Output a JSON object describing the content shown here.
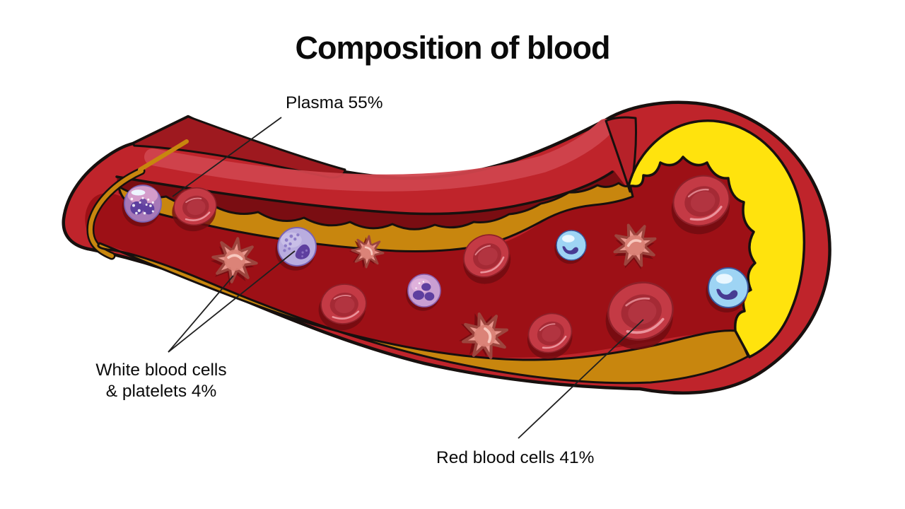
{
  "title": "Composition of blood",
  "diagram": {
    "name": "blood-vessel-cutaway",
    "labels": {
      "plasma": {
        "text": "Plasma 55%",
        "component": "Plasma",
        "percent": 55
      },
      "white_cells": {
        "line1": "White blood cells",
        "line2": "& platelets 4%",
        "component": "White blood cells & platelets",
        "percent": 4
      },
      "red_cells": {
        "text": "Red blood cells 41%",
        "component": "Red blood cells",
        "percent": 41
      }
    },
    "cell_counts": {
      "red_blood_cells": 6,
      "platelets": 4,
      "purple_white_blood_cells": 3,
      "blue_white_blood_cells": 2
    }
  },
  "colors": {
    "background": "#ffffff",
    "text": "#0a0a0a",
    "leader": "#1f1f1f",
    "outline": "#17100e",
    "wall": "#bf242b",
    "wall_face": "#b62129",
    "wall_top": "#9e191f",
    "wall_highlight": "#d0454d",
    "maroon": "#7a0d12",
    "gold": "#c8860e",
    "yellow": "#ffe30d",
    "lumen": "#9d1016",
    "cell_shadow": "#6f0b10",
    "rbc": "#c43a45",
    "rbc_edge": "#8e2029",
    "rbc_ring": "#a52a35",
    "rbc_center": "#b23440",
    "rbc_highlight": "#f09da5",
    "platelet": "#e8968d",
    "platelet_outline": "#9c453e",
    "platelet_inner": "#d98175",
    "platelet_highlight": "#f8c8be",
    "wbc_body": "#b9addf",
    "wbc_outline": "#7a63b4",
    "wbc_nucleus": "#5e3f9f",
    "w1_body": "#a678b8",
    "w1_pink": "#d9a0cc",
    "w3_body": "#c99fd2",
    "lymph_body": "#9ed4f4",
    "lymph_outline": "#39589e",
    "lymph_nucleus": "#473b92"
  }
}
